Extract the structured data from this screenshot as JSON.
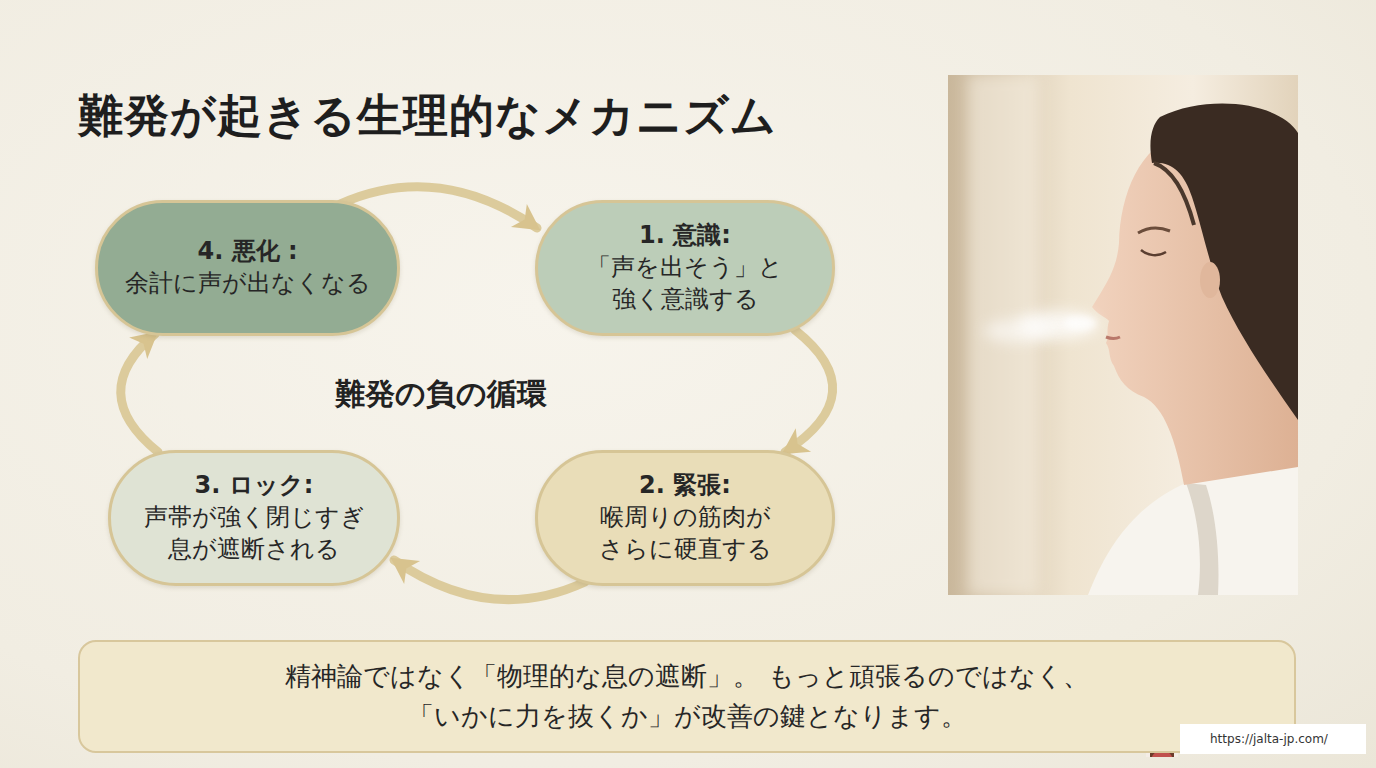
{
  "diagram": {
    "title": "難発が起きる生理的なメカニズム",
    "nodes": [
      {
        "text": [
          "1. 意識:",
          "「声を出そう」と 強く意識する"
        ]
      },
      {
        "text": [
          "2. 緊張:",
          "喉周りの筋肉が さらに硬直する"
        ]
      },
      {
        "text": [
          "3. ロック:",
          "声帯が強く閉じすぎ 息が遮断される"
        ]
      },
      {
        "text": [
          "4. 悪化 :",
          "余計に声が出なくなる"
        ]
      },
      {
        "text": [
          "精神論ではなく「物理的な息の遮断」。 もっと頑張るのではなく、「いかに力を抜くか」が改善の鍵となります。"
        ]
      }
    ],
    "edges": [
      {
        "from": 0,
        "to": 1,
        "arrow": "to"
      },
      {
        "from": 1,
        "to": 2,
        "arrow": "to"
      },
      {
        "from": 2,
        "to": 3,
        "arrow": "to"
      },
      {
        "from": 3,
        "to": 0,
        "arrow": "to"
      }
    ],
    "labels": [
      "難発の負の循環",
      "https://jalta-jp.com/"
    ]
  }
}
